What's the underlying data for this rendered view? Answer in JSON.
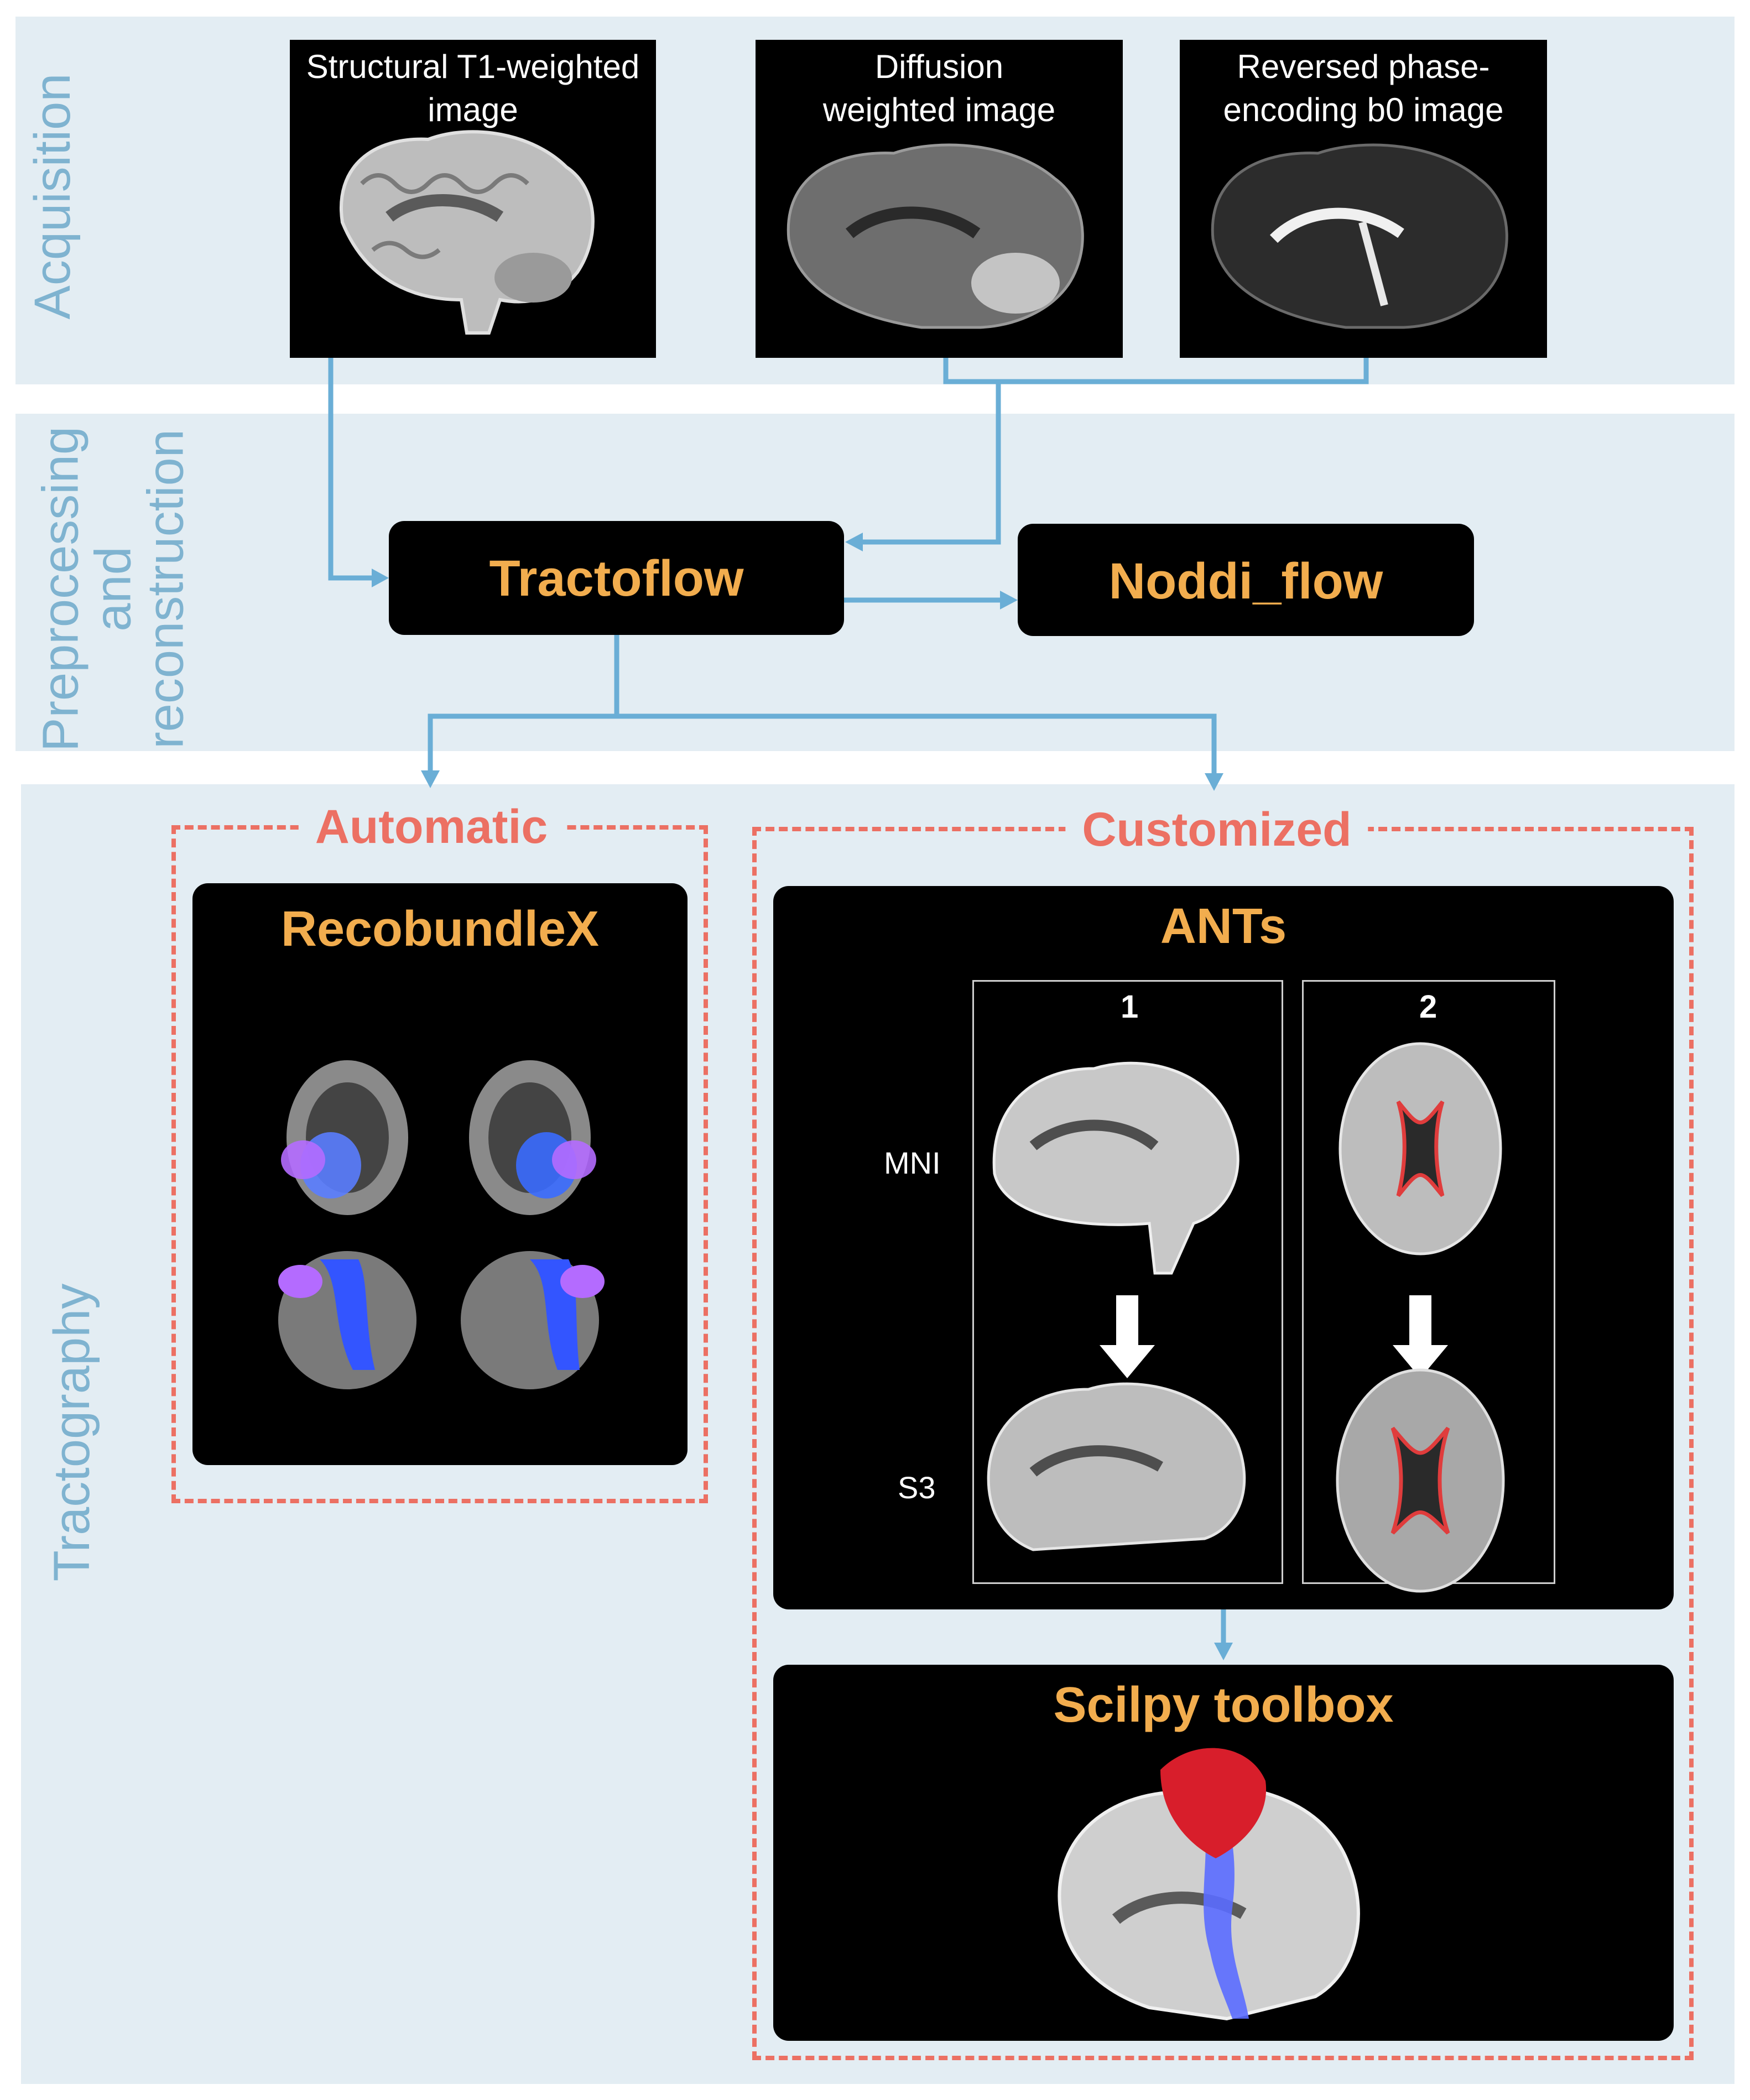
{
  "stages": {
    "acquisition": "Acquisition",
    "preprocessing": "Preprocessing\nand\nreconstruction",
    "tractography": "Tractography"
  },
  "acquisition": {
    "t1_caption": "Structural T1-weighted\nimage",
    "dwi_caption": "Diffusion\nweighted image",
    "b0_caption": "Reversed phase-\nencoding b0 image"
  },
  "preprocessing": {
    "tractoflow": "Tractoflow",
    "noddi": "Noddi_flow"
  },
  "tractography": {
    "automatic": "Automatic",
    "customized": "Customized",
    "recobundles": "RecobundleX",
    "ants": "ANTs",
    "col1": "1",
    "col2": "2",
    "mni": "MNI",
    "s3": "S3",
    "scilpy": "Scilpy toolbox"
  },
  "colors": {
    "band": "#e3edf3",
    "band_title": "#7fb3d0",
    "arrow": "#6aaed6",
    "accent_orange": "#f2ad4e",
    "dash_red": "#ec7063"
  }
}
